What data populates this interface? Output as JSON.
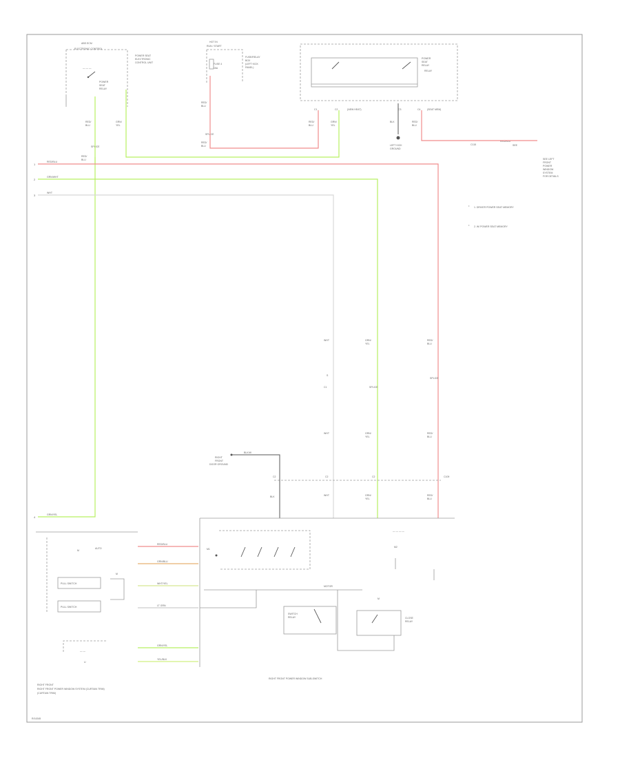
{
  "diagram": {
    "footer_code": "R/14345",
    "colors": {
      "red_pink": "#f08c8c",
      "green_yellow": "#b8f060",
      "white": "#d8d8d8",
      "black": "#555555",
      "frame": "#9a9a9a"
    },
    "icons": [
      "switch-contact-icon",
      "ground-icon",
      "relay-coil-icon"
    ],
    "connectors": {
      "c1": "1",
      "c2": "2",
      "c3": "3",
      "c4": "4"
    },
    "wire_labels": {
      "pink_top": "RED/BLU",
      "green_top": "GRN/WHT",
      "white_top": "WHT",
      "bottom_left": "GRN/YEL"
    },
    "notes": {
      "n1": "1. DRIVER POWER SEAT MEMORY",
      "n2": "2. W/ POWER SEAT MEMORY"
    },
    "bottom_caption": "RIGHT FRONT POWER WINDOW SUB-SWITCH",
    "left_bottom_caption": "RIGHT FRONT POWER WINDOW SYSTEM (CURTAIN TRIM)"
  }
}
